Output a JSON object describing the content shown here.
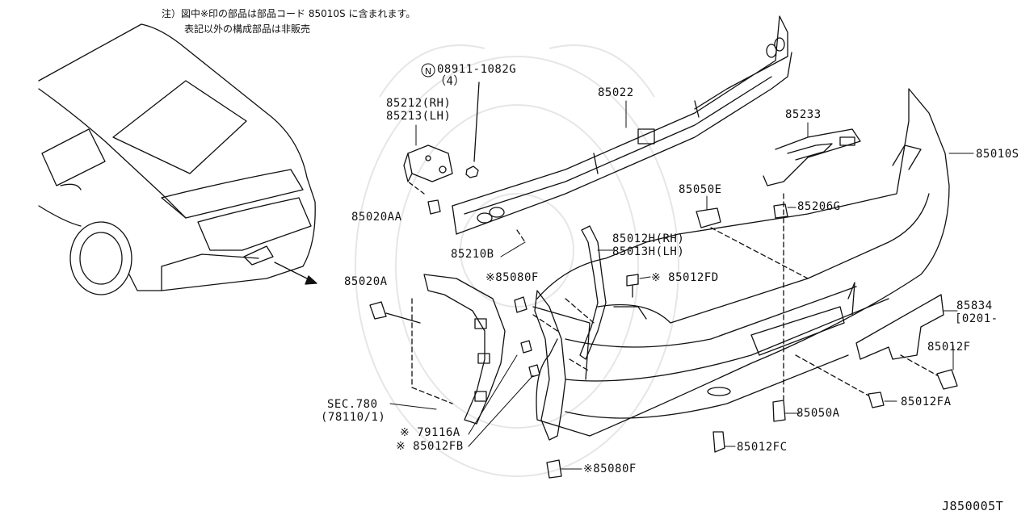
{
  "notes": {
    "line1": "注）図中※印の部品は部品コード 85010S に含まれます。",
    "line2": "表記以外の構成部品は非販売"
  },
  "diagram_id": "J850005T",
  "labels": {
    "p08911": "08911-1082G",
    "p08911_qty": "（4）",
    "p85022": "85022",
    "p85212": "85212(RH)",
    "p85213": "85213(LH)",
    "p85233": "85233",
    "p85010S": "85010S",
    "p85050E": "85050E",
    "p85206G": "85206G",
    "p85020AA": "85020AA",
    "p85012H": "85012H(RH)",
    "p85013H": "85013H(LH)",
    "p85210B": "85210B",
    "p85020A": "85020A",
    "p85080F_top": "※85080F",
    "p85012FD": "※ 85012FD",
    "p85834": "85834",
    "p85834_date": "[0201-     ]",
    "p85012F": "85012F",
    "sec780": "SEC.780",
    "sec780_sub": "(78110/1)",
    "p79116A": "※ 79116A",
    "p85012FB": "※ 85012FB",
    "p85012FA": "85012FA",
    "p85050A": "85050A",
    "p85012FC": "85012FC",
    "p85080F_bot": "※85080F"
  }
}
